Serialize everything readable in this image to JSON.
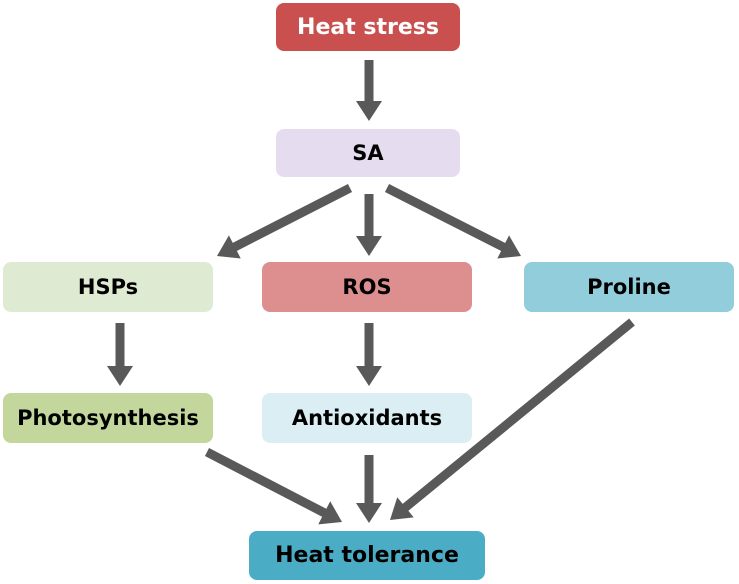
{
  "nodes": {
    "heat_stress": {
      "label": "Heat stress",
      "color": "#c9504f",
      "text_color": "#ffffff"
    },
    "sa": {
      "label": "SA",
      "color": "#e6dcf0",
      "text_color": "#000000"
    },
    "hsps": {
      "label": "HSPs",
      "color": "#dfead2",
      "text_color": "#000000"
    },
    "ros": {
      "label": "ROS",
      "color": "#dc8f8e",
      "text_color": "#000000"
    },
    "proline": {
      "label": "Proline",
      "color": "#92cddc",
      "text_color": "#000000"
    },
    "photosynthesis": {
      "label": "Photosynthesis",
      "color": "#c3d69b",
      "text_color": "#000000"
    },
    "antioxidants": {
      "label": "Antioxidants",
      "color": "#daeef3",
      "text_color": "#000000"
    },
    "heat_tolerance": {
      "label": "Heat tolerance",
      "color": "#4bacc6",
      "text_color": "#000000"
    }
  },
  "edges": [
    {
      "from": "heat_stress",
      "to": "sa"
    },
    {
      "from": "sa",
      "to": "hsps"
    },
    {
      "from": "sa",
      "to": "ros"
    },
    {
      "from": "sa",
      "to": "proline"
    },
    {
      "from": "hsps",
      "to": "photosynthesis"
    },
    {
      "from": "ros",
      "to": "antioxidants"
    },
    {
      "from": "photosynthesis",
      "to": "heat_tolerance"
    },
    {
      "from": "antioxidants",
      "to": "heat_tolerance"
    },
    {
      "from": "proline",
      "to": "heat_tolerance"
    }
  ],
  "arrow_color": "#595959"
}
